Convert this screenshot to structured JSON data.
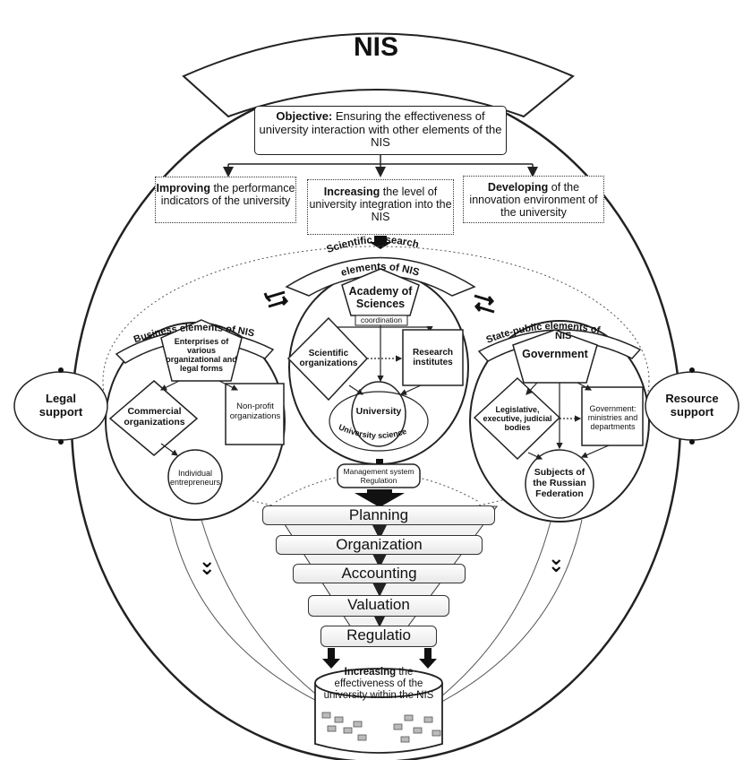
{
  "title": "NIS",
  "objective": {
    "bold": "Objective:",
    "text": "Ensuring the effectiveness of university interaction with other elements of the NIS"
  },
  "goals": [
    {
      "bold": "Improving",
      "text": "the performance indicators of the university"
    },
    {
      "bold": "Increasing",
      "text": "the level of university integration into the NIS"
    },
    {
      "bold": "Developing",
      "text": "of the innovation environment of the university"
    }
  ],
  "side_supports": {
    "left": "Legal support",
    "right": "Resource support"
  },
  "business": {
    "arc_label": "Business elements of NIS",
    "pentagon": "Enterprises of various organizational and legal forms",
    "diamond": "Commercial organizations",
    "square": "Non-profit organizations",
    "circle": "Individual entrepreneurs"
  },
  "research": {
    "arc_label_1": "Scientific research",
    "arc_label_2": "elements of NIS",
    "pentagon": "Academy of Sciences",
    "coordination": "coordination",
    "diamond": "Scientific organizations",
    "square": "Research institutes",
    "inner_circle": "University",
    "inner_arc": "University science"
  },
  "state": {
    "arc_label_1": "State-public elements of",
    "arc_label_2": "NIS",
    "pentagon": "Government",
    "diamond": "Legislative, executive, judicial bodies",
    "square": "Government: ministries and departments",
    "circle": "Subjects of the Russian Federation"
  },
  "management": {
    "line1": "Management system",
    "line2": "Regulation"
  },
  "stages": [
    "Planning",
    "Organization",
    "Accounting",
    "Valuation",
    "Regulatio"
  ],
  "result": {
    "bold": "Increasing",
    "text": "the effectiveness of the university within the NIS"
  }
}
